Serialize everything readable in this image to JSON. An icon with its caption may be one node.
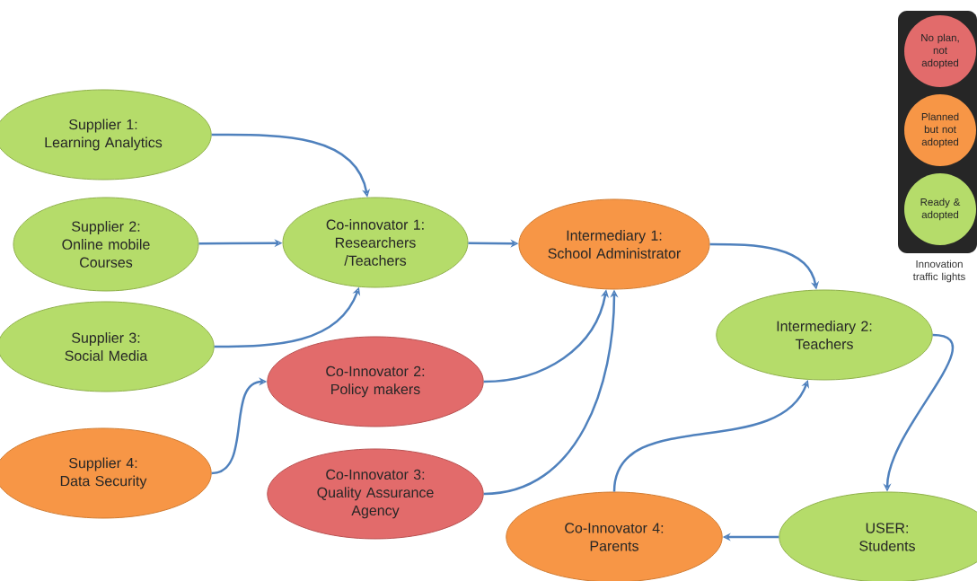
{
  "diagram": {
    "nodes": [
      {
        "text": [
          "Supplier 1:",
          "Learning Analytics"
        ]
      },
      {
        "text": [
          "Supplier 2:",
          "Online mobile Courses"
        ]
      },
      {
        "text": [
          "Supplier 3:",
          "Social Media"
        ]
      },
      {
        "text": [
          "Co-innovator 1:",
          "Researchers /Teachers"
        ]
      },
      {
        "text": [
          "Co-Innovator 2:",
          "Policy makers"
        ]
      },
      {
        "text": [
          "Supplier 4:",
          "Data Security"
        ]
      },
      {
        "text": [
          "Co-Innovator 3:",
          "Quality Assurance Agency"
        ]
      },
      {
        "text": [
          "Intermediary 1:",
          "School Administrator"
        ]
      },
      {
        "text": [
          "Intermediary 2:",
          "Teachers"
        ]
      },
      {
        "text": [
          "USER:",
          "Students"
        ]
      },
      {
        "text": [
          "Co-Innovator 4:",
          "Parents"
        ]
      }
    ],
    "edges": [
      {
        "from": 0,
        "to": 3,
        "arrow": "to"
      },
      {
        "from": 1,
        "to": 3,
        "arrow": "to"
      },
      {
        "from": 2,
        "to": 3,
        "arrow": "to"
      },
      {
        "from": 5,
        "to": 4,
        "arrow": "to"
      },
      {
        "from": 3,
        "to": 7,
        "arrow": "to"
      },
      {
        "from": 4,
        "to": 7,
        "arrow": "to"
      },
      {
        "from": 6,
        "to": 7,
        "arrow": "to"
      },
      {
        "from": 7,
        "to": 8,
        "arrow": "to"
      },
      {
        "from": 8,
        "to": 9,
        "arrow": "to"
      },
      {
        "from": 9,
        "to": 10,
        "arrow": "to"
      },
      {
        "from": 10,
        "to": 8,
        "arrow": "to"
      }
    ],
    "labels": [
      "Innovation traffic lights"
    ],
    "legend": [
      {
        "text": "No plan, not adopted",
        "color": "#e26b6b"
      },
      {
        "text": "Planned but not adopted",
        "color": "#f79646"
      },
      {
        "text": "Ready & adopted",
        "color": "#b5dc6a"
      }
    ]
  }
}
